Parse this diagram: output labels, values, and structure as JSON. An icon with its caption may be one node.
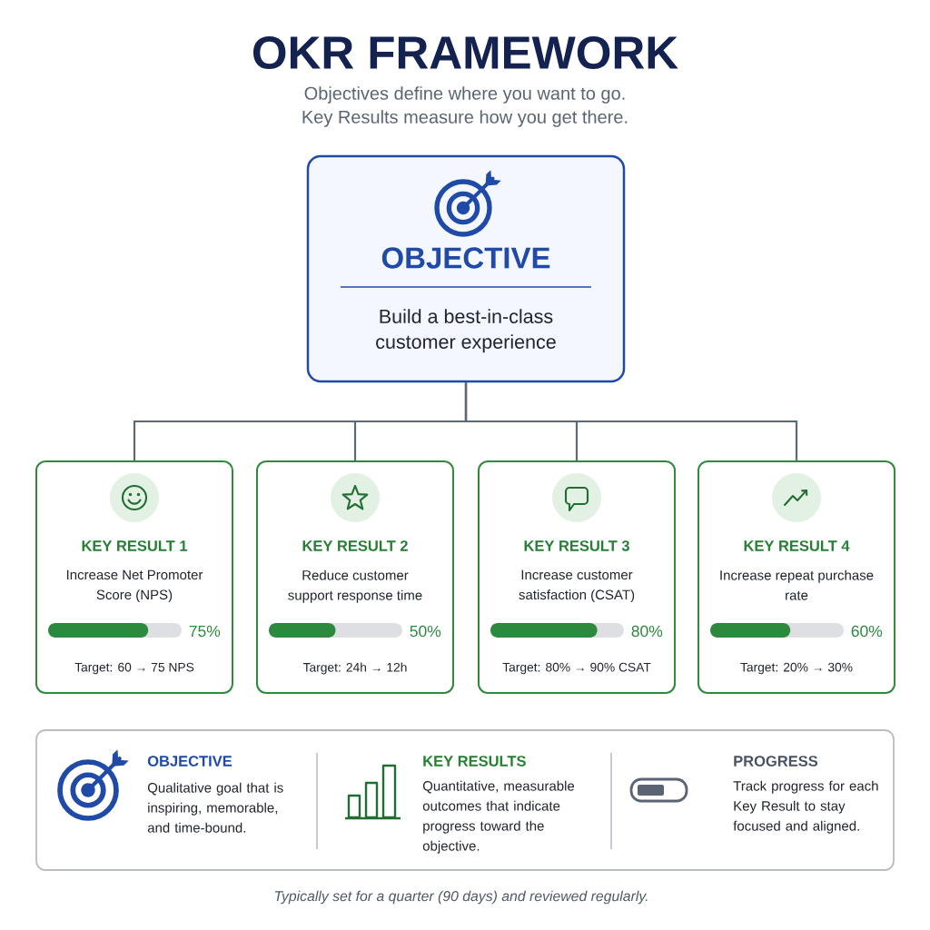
{
  "diagram": {
    "title": "OKR FRAMEWORK",
    "caption": "Typically set for a quarter (90 days) and reviewed regularly.",
    "nodes": [
      {
        "text": [
          "OBJECTIVE",
          "Build a best-in-class customer experience"
        ]
      },
      {
        "text": [
          "KEY RESULT 1",
          "Increase Net Promoter Score (NPS)",
          "75%",
          "Target: 60 → 75 NPS"
        ]
      },
      {
        "text": [
          "KEY RESULT 2",
          "Reduce customer support response time",
          "50%",
          "Target: 24h → 12h"
        ]
      },
      {
        "text": [
          "KEY RESULT 3",
          "Increase customer satisfaction (CSAT)",
          "80%",
          "Target: 80% → 90% CSAT"
        ]
      },
      {
        "text": [
          "KEY RESULT 4",
          "Increase repeat purchase rate",
          "60%",
          "Target: 20% → 30%"
        ]
      }
    ],
    "edges": [
      {
        "from": 0,
        "to": 1,
        "arrow": "none"
      },
      {
        "from": 0,
        "to": 2,
        "arrow": "none"
      },
      {
        "from": 0,
        "to": 3,
        "arrow": "none"
      },
      {
        "from": 0,
        "to": 4,
        "arrow": "none"
      }
    ],
    "labels": [
      "Objectives define where you want to go. Key Results measure how you get there.",
      "OBJECTIVE",
      "Qualitative goal that is inspiring, memorable, and time-bound.",
      "KEY RESULTS",
      "Quantitative, measurable outcomes that indicate progress toward the objective.",
      "PROGRESS",
      "Track progress for each Key Result to stay focused and aligned."
    ]
  }
}
